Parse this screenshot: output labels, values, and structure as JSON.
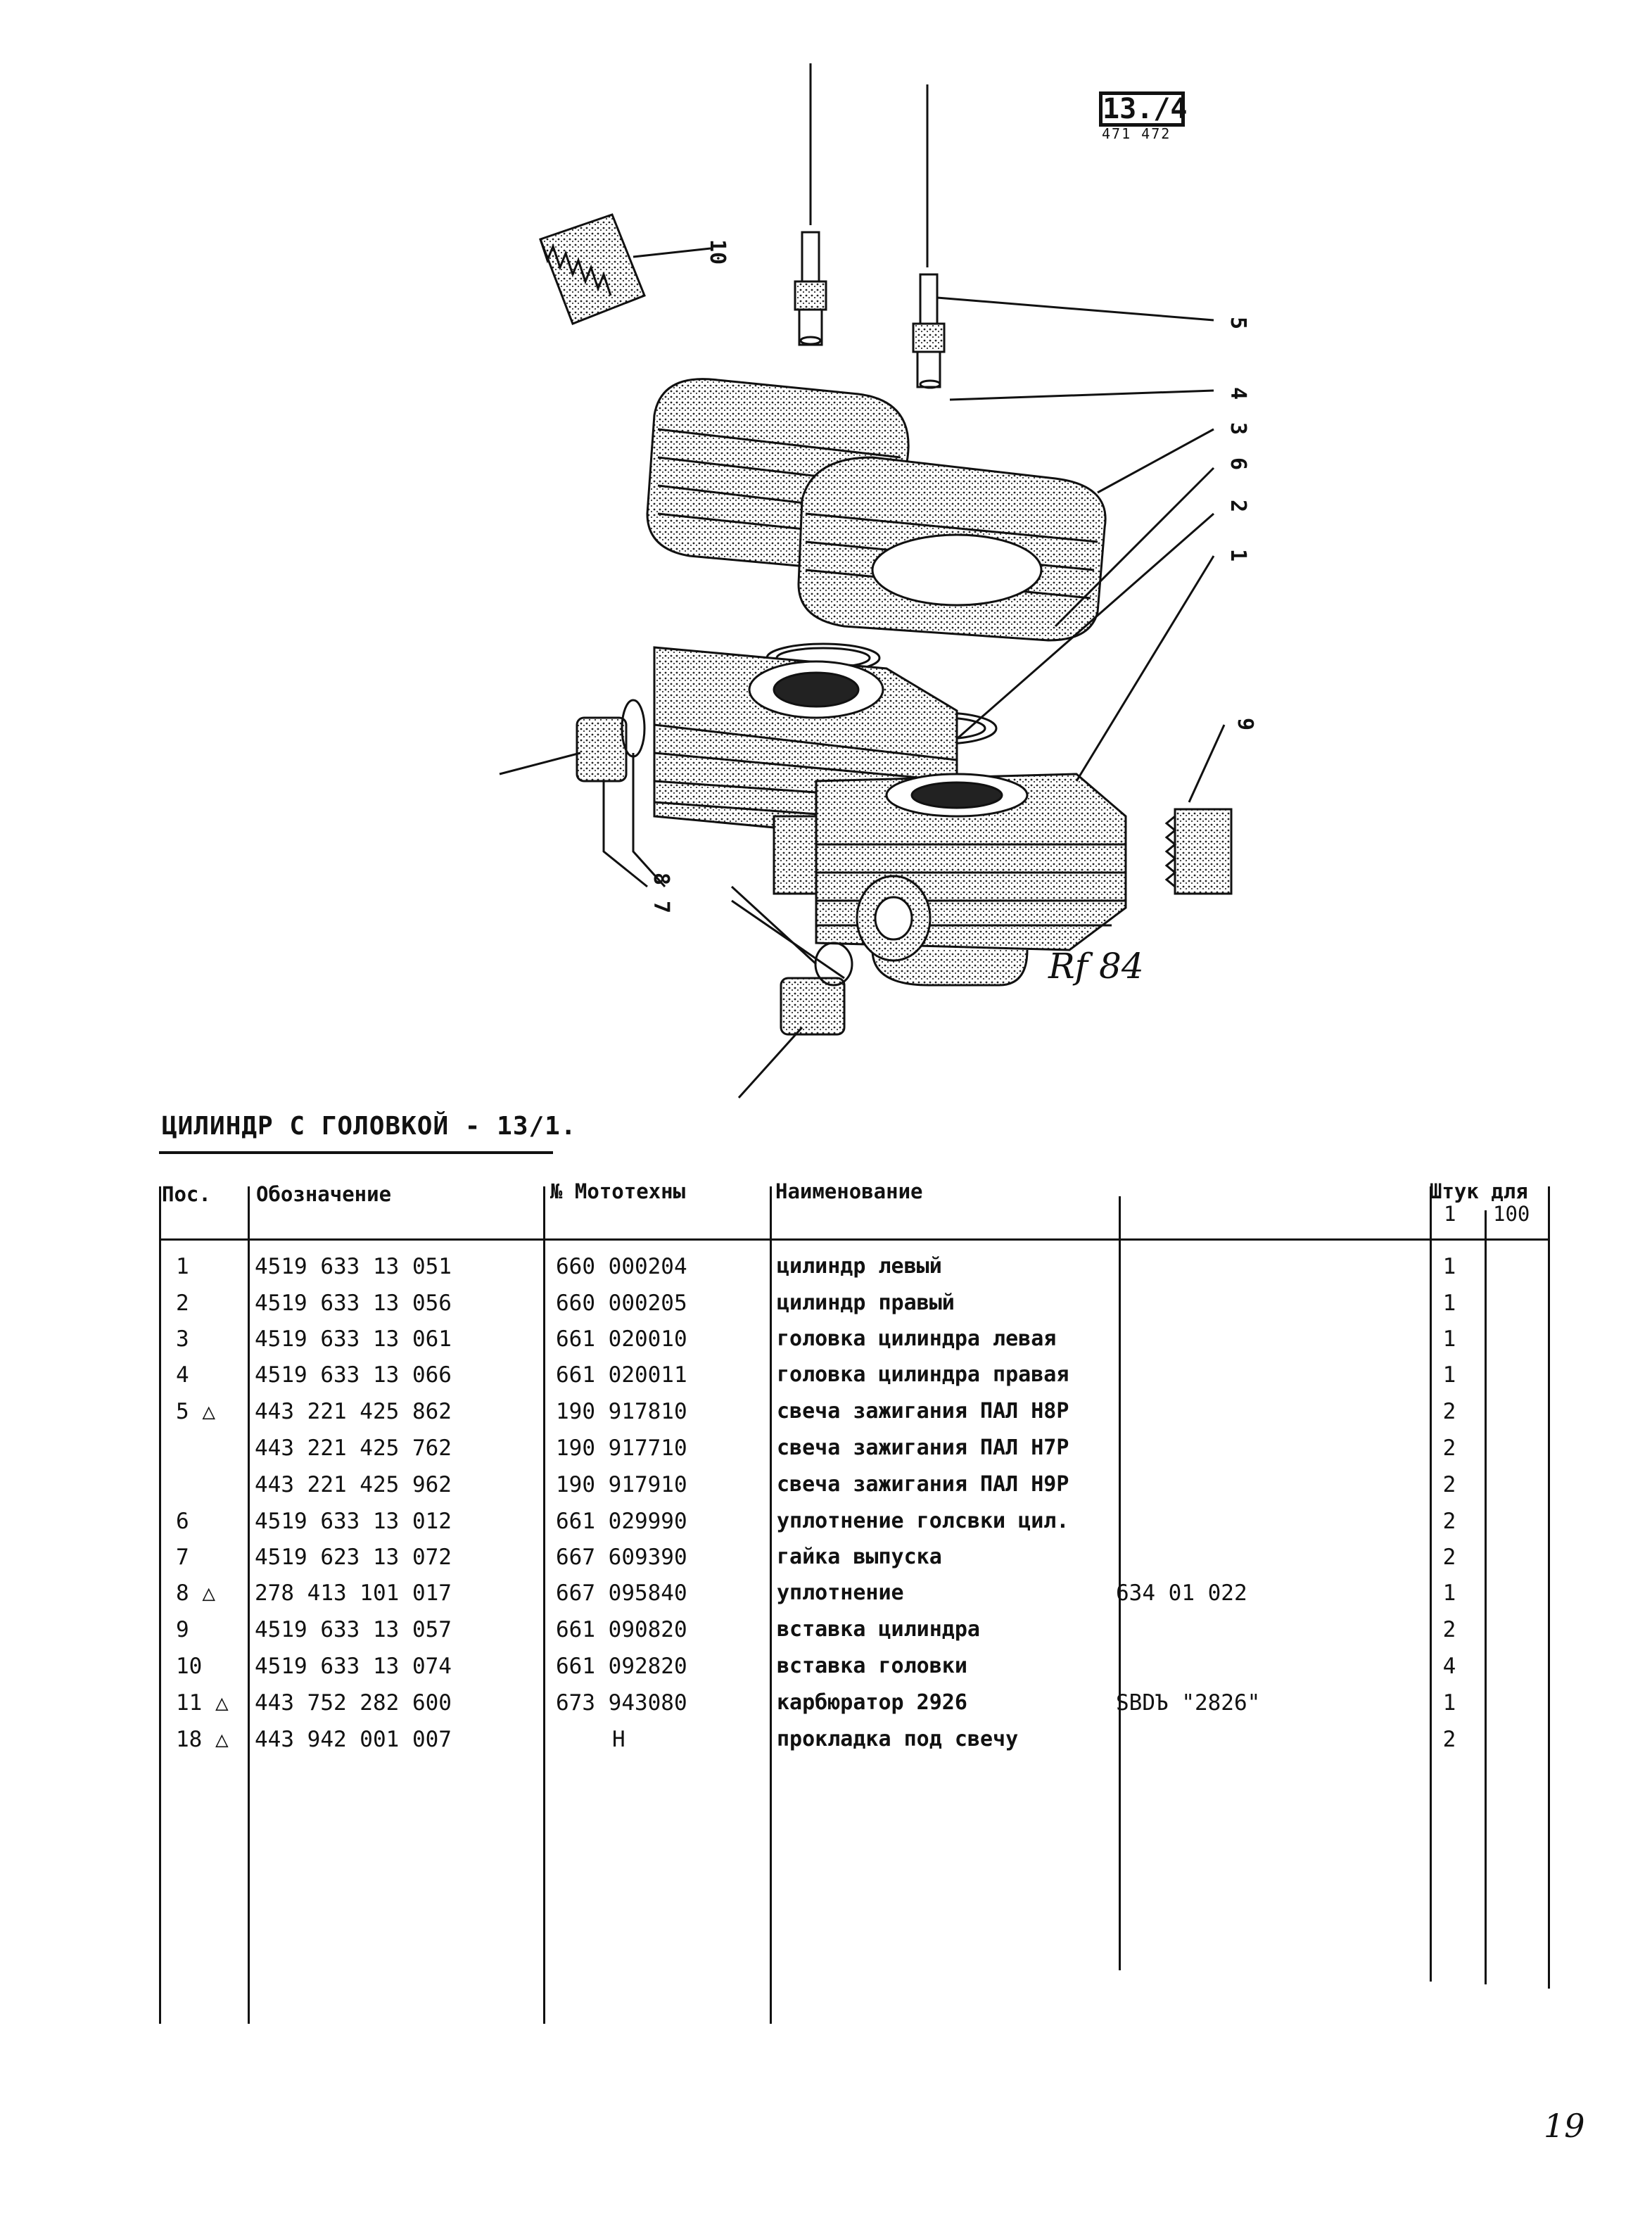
{
  "header": {
    "code": "13./4",
    "subcode": "471 472"
  },
  "diagram": {
    "callouts": [
      "10",
      "5",
      "4",
      "3",
      "6",
      "2",
      "1",
      "9",
      "8",
      "7"
    ],
    "signature": "Rf 84"
  },
  "title": "ЦИЛИНДР С ГОЛОВКОЙ - 13/1.",
  "table": {
    "headers": {
      "pos": "Пос.",
      "designation": "Обозначение",
      "moto_no": "№ Мототехны",
      "name": "Наименование",
      "qty": "Штук для",
      "qty_1": "1",
      "qty_100": "100"
    },
    "rows": [
      {
        "pos": "1",
        "designation": "4519 633 13 051",
        "moto": "660 000204",
        "name": "цилиндр левый",
        "note": "",
        "qty": "1"
      },
      {
        "pos": "2",
        "designation": "4519 633 13 056",
        "moto": "660 000205",
        "name": "цилиндр правый",
        "note": "",
        "qty": "1"
      },
      {
        "pos": "3",
        "designation": "4519 633 13 061",
        "moto": "661 020010",
        "name": "головка цилиндра левая",
        "note": "",
        "qty": "1"
      },
      {
        "pos": "4",
        "designation": "4519 633 13 066",
        "moto": "661 020011",
        "name": "головка цилиндра правая",
        "note": "",
        "qty": "1"
      },
      {
        "pos": "5 △",
        "designation": "443 221 425 862",
        "moto": "190 917810",
        "name": "свеча зажигания ПАЛ H8P",
        "note": "",
        "qty": "2"
      },
      {
        "pos": "",
        "designation": "443 221 425 762",
        "moto": "190 917710",
        "name": "свеча зажигания ПАЛ H7P",
        "note": "",
        "qty": "2"
      },
      {
        "pos": "",
        "designation": "443 221 425 962",
        "moto": "190 917910",
        "name": "свеча зажигания ПАЛ H9P",
        "note": "",
        "qty": "2"
      },
      {
        "pos": "6",
        "designation": "4519 633 13 012",
        "moto": "661 029990",
        "name": "уплотнение голсвки цил.",
        "note": "",
        "qty": "2"
      },
      {
        "pos": "7",
        "designation": "4519 623 13 072",
        "moto": "667 609390",
        "name": "гайка выпуска",
        "note": "",
        "qty": "2"
      },
      {
        "pos": "8 △",
        "designation": "278 413 101 017",
        "moto": "667 095840",
        "name": "уплотнение",
        "note": "634 01 022",
        "qty": "1"
      },
      {
        "pos": "9",
        "designation": "4519 633 13 057",
        "moto": "661 090820",
        "name": "вставка цилиндра",
        "note": "",
        "qty": "2"
      },
      {
        "pos": "10",
        "designation": "4519 633 13 074",
        "moto": "661 092820",
        "name": "вставка головки",
        "note": "",
        "qty": "4"
      },
      {
        "pos": "11 △",
        "designation": "443 752 282 600",
        "moto": "673 943080",
        "name": "карбюратор 2926",
        "note": "SBDЪ \"2826\"",
        "qty": "1"
      },
      {
        "pos": "18 △",
        "designation": "443 942 001 007",
        "moto": "Н",
        "name": "прокладка под свечу",
        "note": "",
        "qty": "2"
      }
    ]
  },
  "page_number": "19"
}
